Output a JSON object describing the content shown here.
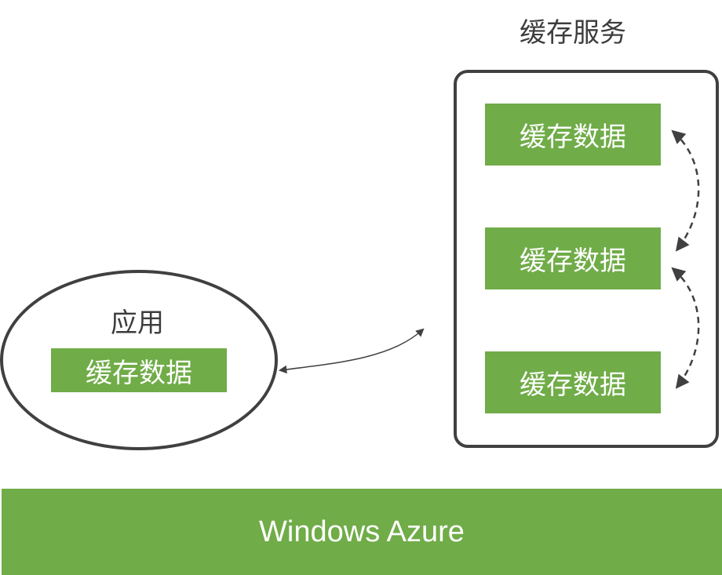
{
  "colors": {
    "green": "#70ac48",
    "outline": "#404040",
    "text_dark": "#3c3c3c",
    "text_light": "#ffffff"
  },
  "service": {
    "title": "缓存服务",
    "nodes": [
      {
        "label": "缓存数据"
      },
      {
        "label": "缓存数据"
      },
      {
        "label": "缓存数据"
      }
    ]
  },
  "app": {
    "title": "应用",
    "cache": {
      "label": "缓存数据"
    }
  },
  "connections": [
    {
      "from": "app",
      "to": "service",
      "style": "solid",
      "direction": "bidirectional"
    },
    {
      "from": "service.nodes.0",
      "to": "service.nodes.1",
      "style": "dashed",
      "direction": "bidirectional"
    },
    {
      "from": "service.nodes.1",
      "to": "service.nodes.2",
      "style": "dashed",
      "direction": "bidirectional"
    }
  ],
  "platform": {
    "label": "Windows Azure"
  }
}
